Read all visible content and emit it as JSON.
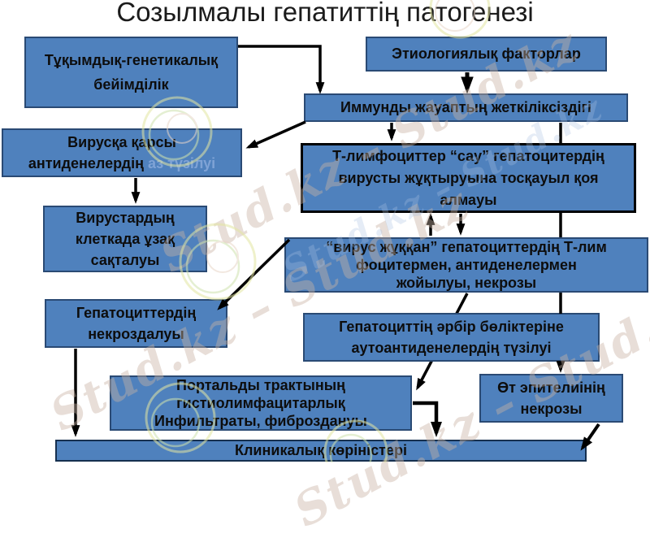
{
  "title": "Созылмалы гепатиттің патогенезі",
  "watermark": {
    "text": "Stud.kz – Stud.kz",
    "logo_icon": "stud-kz-swirl-logo"
  },
  "colors": {
    "box_fill": "#4f81bd",
    "box_border": "#2a4a74",
    "emphasis_border": "#000000",
    "muted_text": "#7fa3d6",
    "arrow": "#000000"
  },
  "nodes": {
    "tuqymdyq": {
      "lines": [
        "Тұқымдық-генетикалық",
        "бейімділік"
      ]
    },
    "etiology": {
      "lines": [
        "Этиологиялық факторлар"
      ]
    },
    "immune": {
      "lines": [
        "Иммунды жауаптың жеткіліксіздігі"
      ]
    },
    "antibodies": {
      "line1": "Вирусқа қарсы",
      "line2_main": "антиденелердің",
      "line2_muted": "аз түзілуі"
    },
    "tlymph": {
      "lines": [
        "Т-лимфоциттер “сау” гепатоцитердің",
        "вирусты жұқтыруына тосқауыл қоя",
        "алмауы"
      ]
    },
    "persist": {
      "lines": [
        "Вирустардың",
        "клеткада ұзақ",
        "сақталуы"
      ]
    },
    "infected": {
      "lines": [
        "“вирус жұққан” гепатоциттердің Т-лим",
        "фоцитермен, антиденелермен",
        "жойылуы, некрозы"
      ]
    },
    "necrosis": {
      "lines": [
        "Гепатоциттердің",
        "некроздалуы"
      ]
    },
    "autoanti": {
      "lines": [
        "Гепатоциттің әрбір бөліктеріне",
        "аутоантиденелердің түзілуі"
      ]
    },
    "portal": {
      "lines": [
        "Портальды трактының",
        "гистиолимфацитарлық",
        "Инфильтраты, фиброздануы"
      ]
    },
    "bile": {
      "lines": [
        "Өт эпителиінің",
        "некрозы"
      ]
    },
    "clinical": {
      "lines": [
        "Клиникалық көріністері"
      ]
    }
  }
}
